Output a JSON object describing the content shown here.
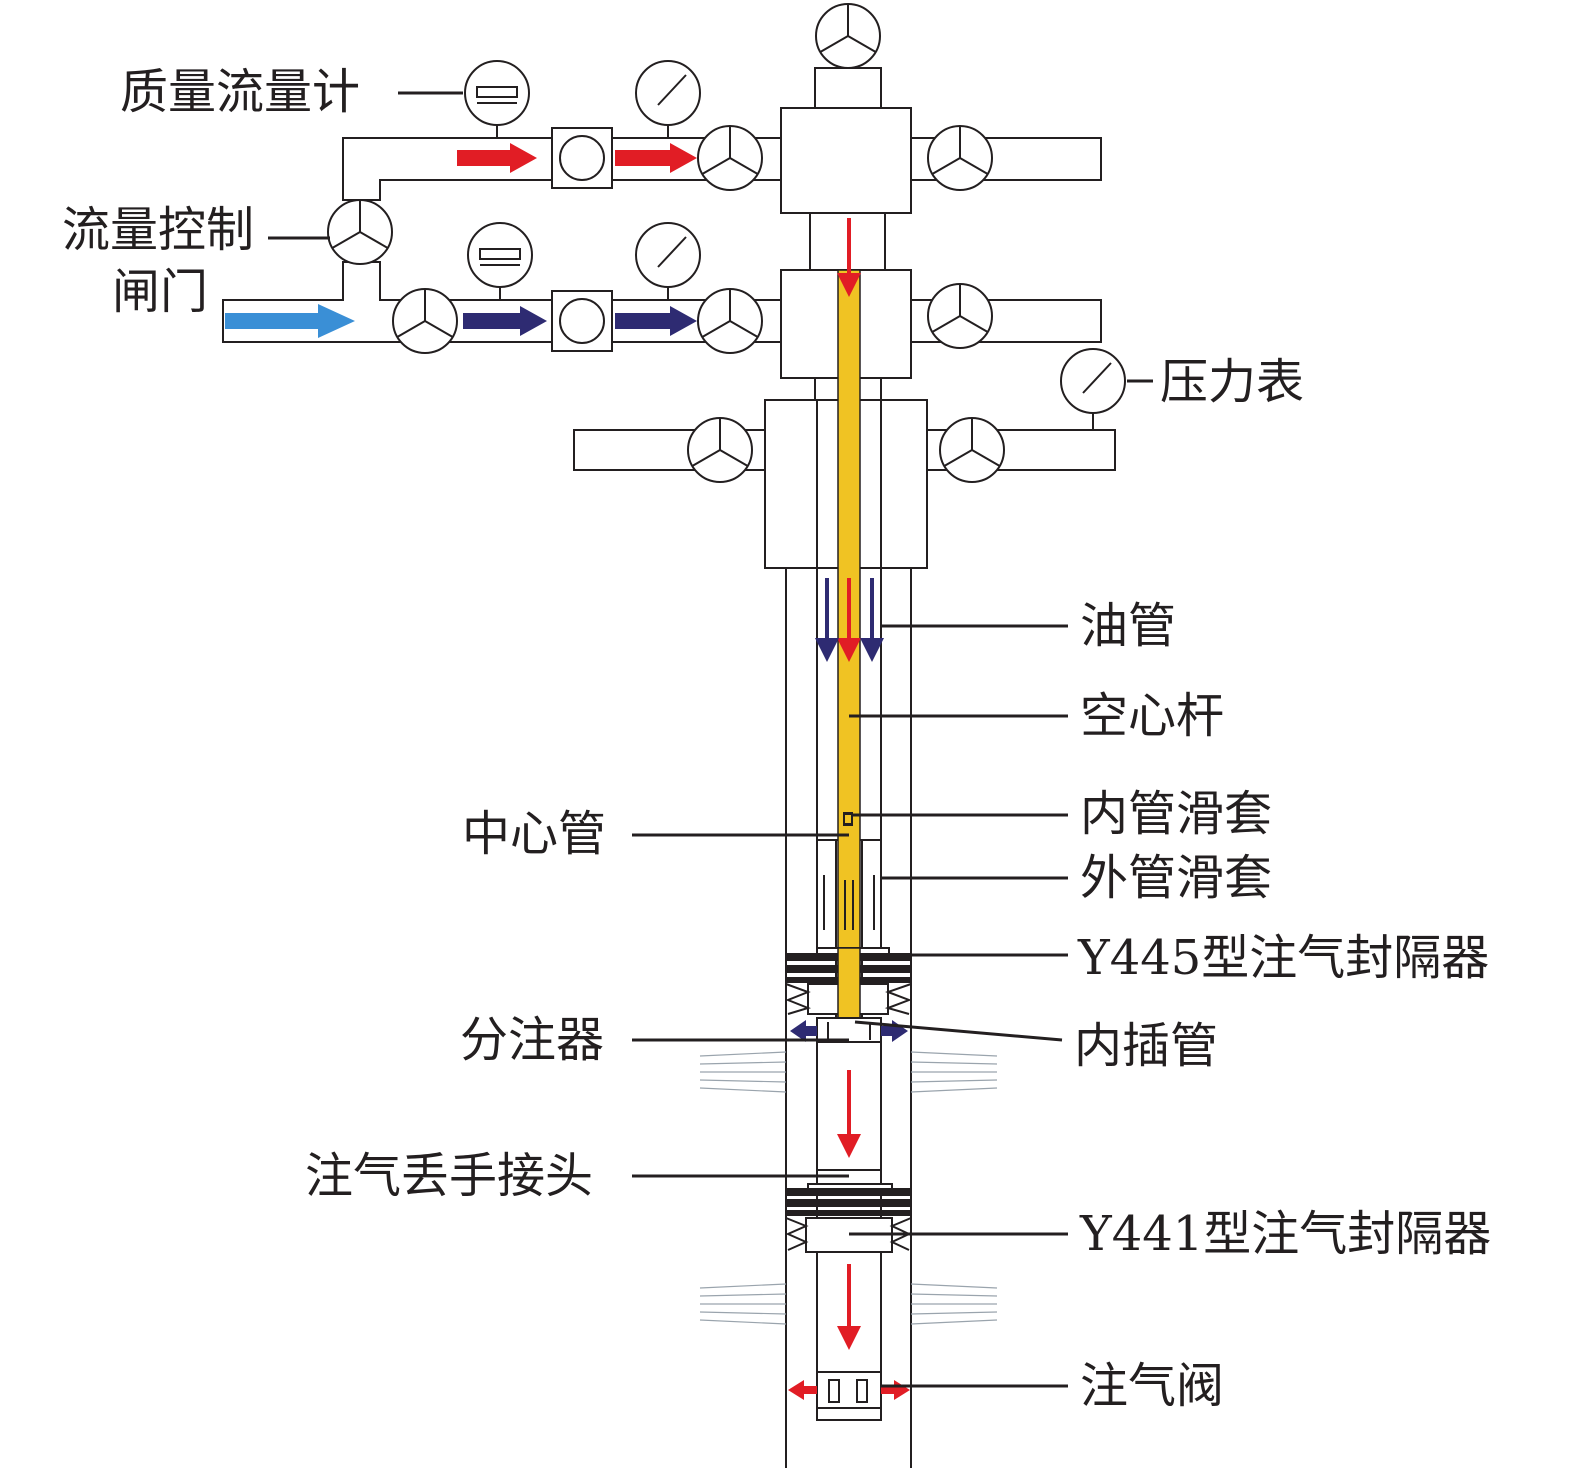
{
  "labels": {
    "mass_flow_meter": "质量流量计",
    "flow_control_gate_1": "流量控制",
    "flow_control_gate_2": "闸门",
    "pressure_gauge": "压力表",
    "tubing": "油管",
    "hollow_rod": "空心杆",
    "inner_sleeve": "内管滑套",
    "center_pipe": "中心管",
    "outer_sleeve": "外管滑套",
    "packer_y445": "Y445型注气封隔器",
    "distributor": "分注器",
    "inner_insert_pipe": "内插管",
    "safety_joint": "注气丢手接头",
    "packer_y441": "Y441型注气封隔器",
    "injection_valve": "注气阀"
  },
  "colors": {
    "red_flow": "#e11d25",
    "navy_flow": "#2e2b72",
    "blue_flow": "#3a8fd6",
    "rod_yellow": "#f0c323",
    "line": "#231f20"
  }
}
